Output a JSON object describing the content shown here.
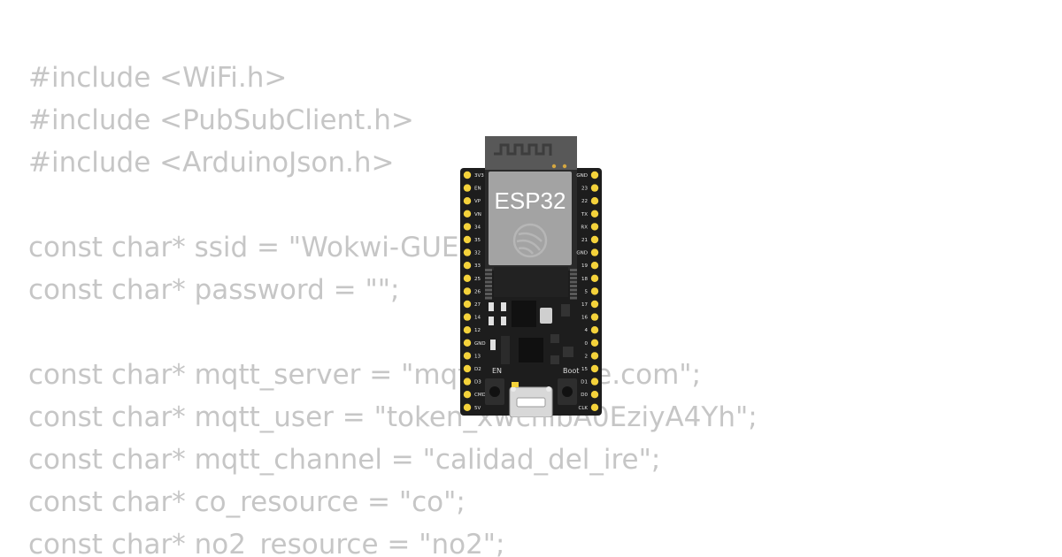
{
  "code_lines": [
    "#include <WiFi.h>",
    "#include <PubSubClient.h>",
    "#include <ArduinoJson.h>",
    "",
    "const char* ssid = \"Wokwi-GUEST\";",
    "const char* password = \"\";",
    "",
    "const char* mqtt_server = \"mqtt.beebotte.com\";",
    "const char* mqtt_user = \"token_xwchibA0EziyA4Yh\";",
    "const char* mqtt_channel = \"calidad_del_ire\";",
    "const char* co_resource = \"co\";",
    "const char* no2_resource = \"no2\";"
  ],
  "board": {
    "chip_label": "ESP32",
    "en_label": "EN",
    "boot_label": "Boot",
    "left_pins": [
      "3V3",
      "EN",
      "VP",
      "VN",
      "34",
      "35",
      "32",
      "33",
      "25",
      "26",
      "27",
      "14",
      "12",
      "GND",
      "13",
      "D2",
      "D3",
      "CMD",
      "5V"
    ],
    "right_pins": [
      "GND",
      "23",
      "22",
      "TX",
      "RX",
      "21",
      "GND",
      "19",
      "18",
      "5",
      "17",
      "16",
      "4",
      "0",
      "2",
      "15",
      "D1",
      "D0",
      "CLK"
    ],
    "colors": {
      "pcb": "#1d1d1d",
      "pin_gold": "#f4d23b",
      "module_shield": "#a3a3a3",
      "antenna": "#585858",
      "button": "#2e2e2e"
    }
  }
}
